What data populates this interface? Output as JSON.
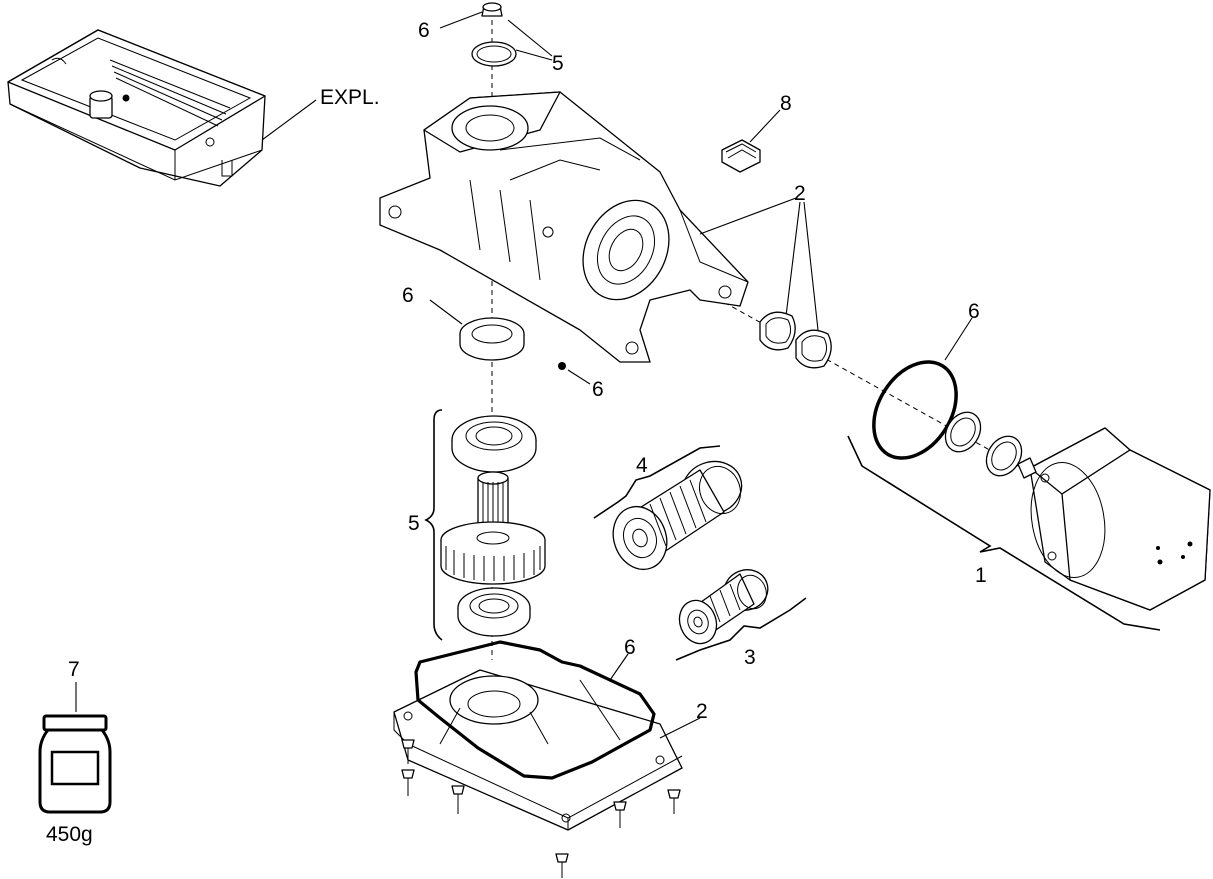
{
  "labels": {
    "explosion": "EXPL.",
    "motor_cover_1": "1",
    "gasket_2a": "2",
    "gasket_2b": "2",
    "gear_3": "3",
    "gear_4": "4",
    "shaft_5a": "5",
    "shaft_5b": "5",
    "seal_6a": "6",
    "seal_6b": "6",
    "seal_6c": "6",
    "seal_6d": "6",
    "seal_6e": "6",
    "grease_7": "7",
    "plug_8": "8"
  },
  "grease": {
    "weight": "450g"
  }
}
